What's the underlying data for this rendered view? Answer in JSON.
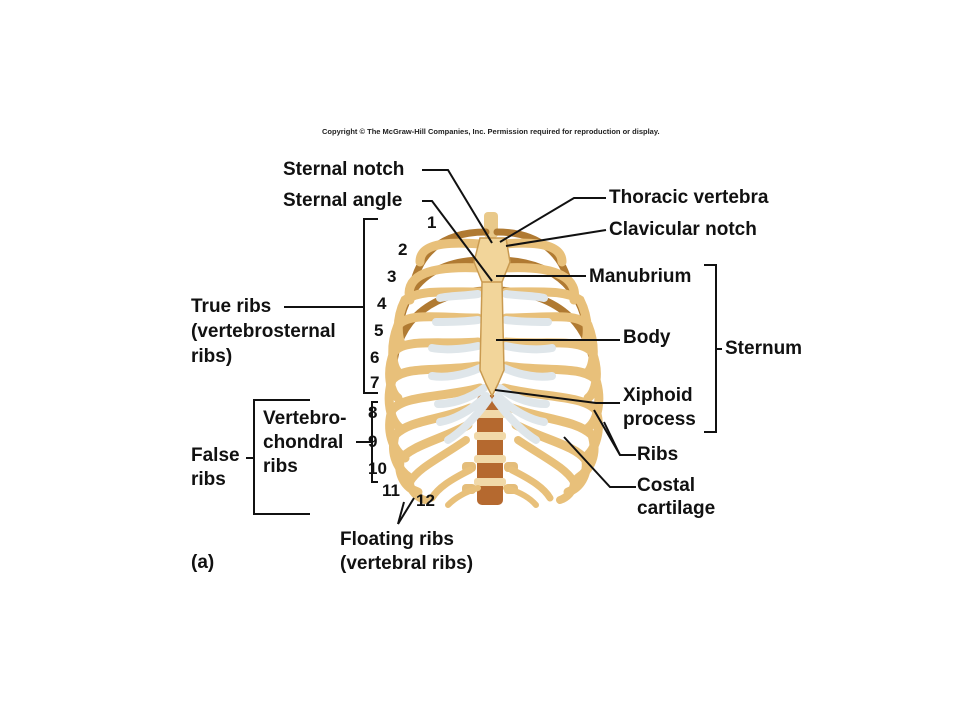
{
  "copyright": "Copyright © The McGraw-Hill Companies, Inc. Permission required for reproduction or display.",
  "figure_label": "(a)",
  "labels": {
    "sternal_notch": "Sternal notch",
    "sternal_angle": "Sternal angle",
    "thoracic_vertebra": "Thoracic vertebra",
    "clavicular_notch": "Clavicular notch",
    "manubrium": "Manubrium",
    "body": "Body",
    "sternum": "Sternum",
    "xiphoid_line1": "Xiphoid",
    "xiphoid_line2": "process",
    "ribs": "Ribs",
    "costal_line1": "Costal",
    "costal_line2": "cartilage",
    "true_ribs_line1": "True ribs",
    "true_ribs_line2": "(vertebrosternal",
    "true_ribs_line3": "ribs)",
    "false_ribs_line1": "False",
    "false_ribs_line2": "ribs",
    "vertebro_line1": "Vertebro-",
    "vertebro_line2": "chondral",
    "vertebro_line3": "ribs",
    "floating_line1": "Floating ribs",
    "floating_line2": "(vertebral ribs)"
  },
  "rib_numbers": [
    "1",
    "2",
    "3",
    "4",
    "5",
    "6",
    "7",
    "8",
    "9",
    "10",
    "11",
    "12"
  ],
  "colors": {
    "bone": "#e8c07a",
    "bone_shadow": "#b07a32",
    "cartilage": "#dfe6ea",
    "vertebra": "#b5692f",
    "leader": "#111111"
  }
}
